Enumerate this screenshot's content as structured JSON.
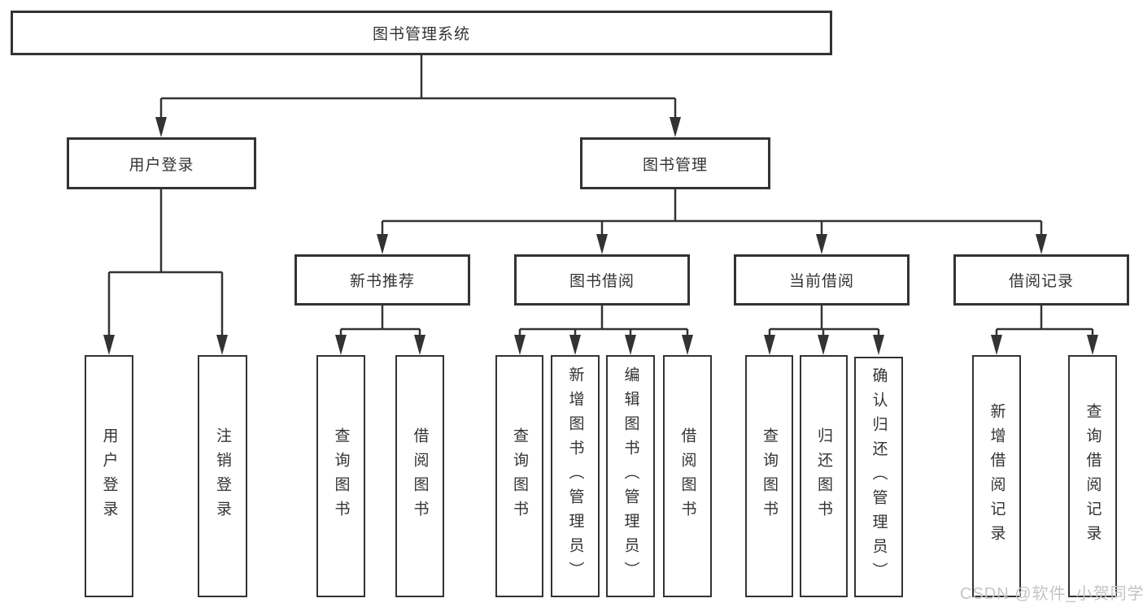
{
  "colors": {
    "background": "#ffffff",
    "line": "#333333",
    "box_border": "#333333",
    "text": "#333333",
    "watermark": "#c9c2c2"
  },
  "watermark": {
    "text": "CSDN @软件_小贺同学"
  },
  "diagram": {
    "type": "feature-tree",
    "root": {
      "label": "图书管理系统"
    },
    "branches": [
      {
        "label": "用户登录",
        "children": [
          {
            "label": "用户登录"
          },
          {
            "label": "注销登录"
          }
        ]
      },
      {
        "label": "图书管理",
        "children": [
          {
            "label": "新书推荐",
            "children": [
              {
                "label": "查询图书"
              },
              {
                "label": "借阅图书"
              }
            ]
          },
          {
            "label": "图书借阅",
            "children": [
              {
                "label": "查询图书"
              },
              {
                "label": "新增图书（管理员）"
              },
              {
                "label": "编辑图书（管理员）"
              },
              {
                "label": "借阅图书"
              }
            ]
          },
          {
            "label": "当前借阅",
            "children": [
              {
                "label": "查询图书"
              },
              {
                "label": "归还图书"
              },
              {
                "label": "确认归还（管理员）"
              }
            ]
          },
          {
            "label": "借阅记录",
            "children": [
              {
                "label": "新增借阅记录"
              },
              {
                "label": "查询借阅记录"
              }
            ]
          }
        ]
      }
    ]
  }
}
